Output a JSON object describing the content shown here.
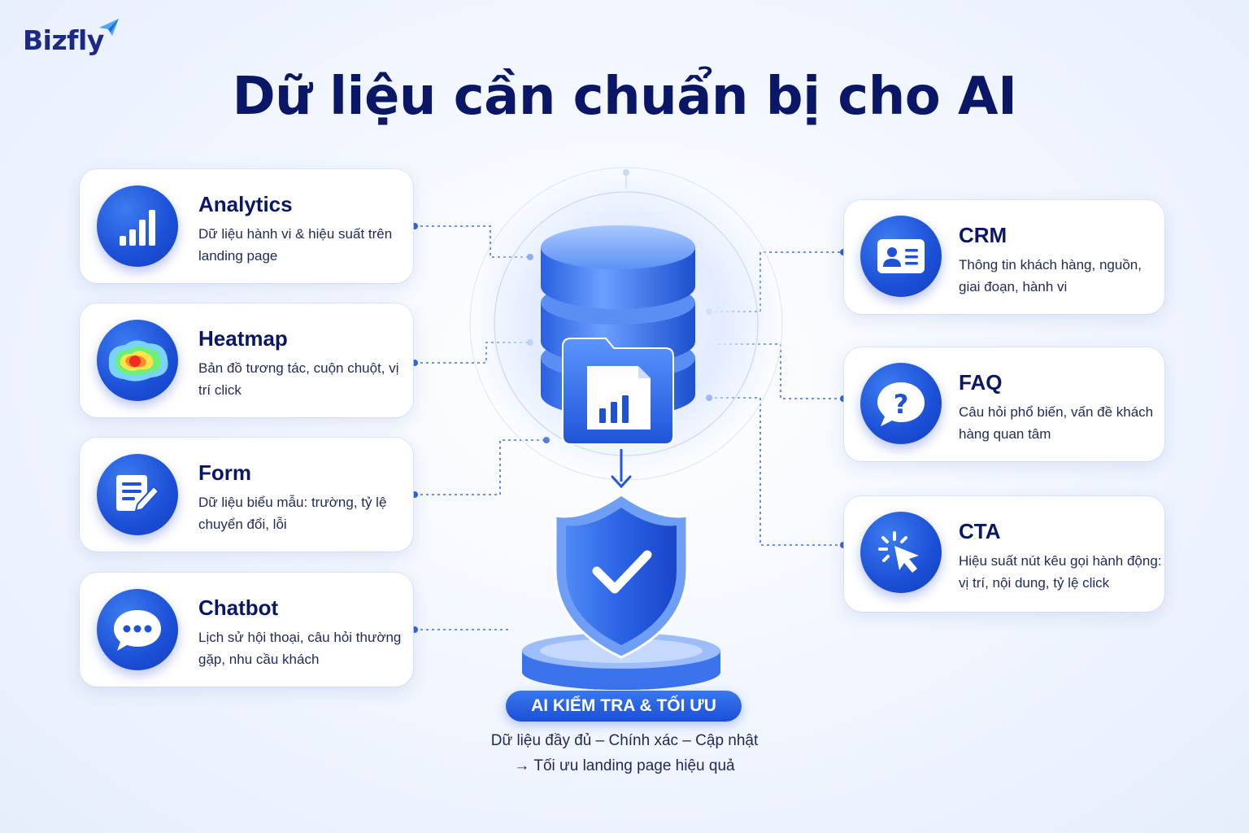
{
  "brand": {
    "name": "Bizfly"
  },
  "title": "Dữ liệu cần chuẩn bị cho AI",
  "left_cards": [
    {
      "title": "Analytics",
      "desc": "Dữ liệu hành vi & hiệu suất trên landing page",
      "icon": "bar-chart-icon"
    },
    {
      "title": "Heatmap",
      "desc": "Bản đồ tương tác, cuộn chuột, vị trí click",
      "icon": "heatmap-icon"
    },
    {
      "title": "Form",
      "desc": "Dữ liệu biểu mẫu: trường, tỷ lệ chuyển đổi, lỗi",
      "icon": "form-edit-icon"
    },
    {
      "title": "Chatbot",
      "desc": "Lịch sử hội thoại, câu hỏi thường gặp, nhu cầu khách",
      "icon": "chat-bubble-icon"
    }
  ],
  "right_cards": [
    {
      "title": "CRM",
      "desc": "Thông tin khách hàng, nguồn, giai đoạn, hành vi",
      "icon": "contact-card-icon"
    },
    {
      "title": "FAQ",
      "desc": "Câu hỏi phổ biến, vấn đề khách hàng quan tâm",
      "icon": "question-bubble-icon"
    },
    {
      "title": "CTA",
      "desc": "Hiệu suất nút kêu gọi hành động: vị trí, nội dung, tỷ lệ click",
      "icon": "cursor-click-icon"
    }
  ],
  "center": {
    "badge": "AI KIỂM TRA & TỐI ƯU",
    "caption_line1": "Dữ liệu đầy đủ – Chính xác – Cập nhật",
    "caption_line2": "→ Tối ưu landing page hiệu quả"
  },
  "colors": {
    "primary": "#1b4fd6",
    "navy": "#0a1766",
    "background": "#eef3fd"
  }
}
